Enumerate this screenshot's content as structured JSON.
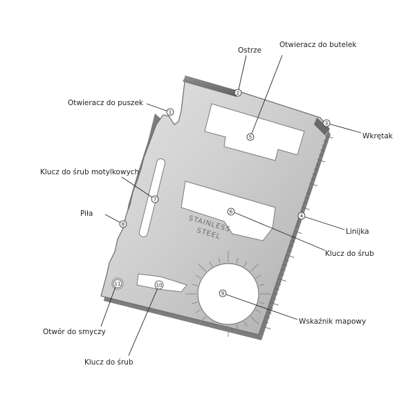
{
  "card": {
    "stamp_line1": "STAINLESS",
    "stamp_line2": "STEEL",
    "colors": {
      "steel_light": "#dcdcdc",
      "steel_dark": "#9a9a9a",
      "edge": "#6b6b6b"
    }
  },
  "callouts": [
    {
      "id": "ostrze",
      "text": "Ostrze",
      "number": "2"
    },
    {
      "id": "otwieracz-butelek",
      "text": "Otwieracz do butelek",
      "number": "5"
    },
    {
      "id": "otwieracz-puszek",
      "text": "Otwieracz do puszek",
      "number": "1"
    },
    {
      "id": "wkretak",
      "text": "Wkrętak",
      "number": "3"
    },
    {
      "id": "klucz-motylkowy",
      "text": "Klucz do śrub motylkowych",
      "number": "7"
    },
    {
      "id": "pila",
      "text": "Piła",
      "number": "8"
    },
    {
      "id": "linijka",
      "text": "Linijka",
      "number": "4"
    },
    {
      "id": "klucz-srub-6",
      "text": "Klucz do śrub",
      "number": "6"
    },
    {
      "id": "wskaznik",
      "text": "Wskaźnik mapowy",
      "number": "9"
    },
    {
      "id": "otwor-smyczy",
      "text": "Otwór do smyczy",
      "number": "11"
    },
    {
      "id": "klucz-srub-10",
      "text": "Klucz do śrub",
      "number": "10"
    }
  ]
}
